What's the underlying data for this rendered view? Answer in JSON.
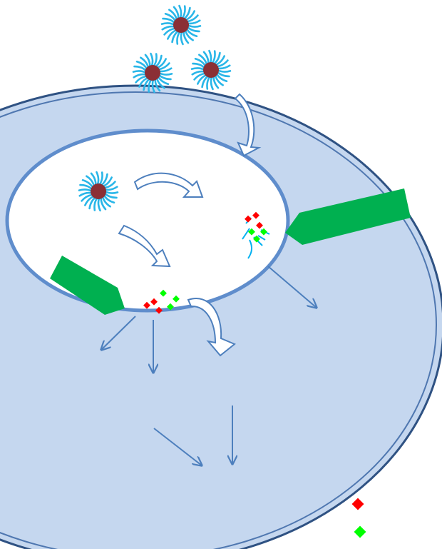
{
  "colors": {
    "background": "#ffffff",
    "cell_fill": "#c5d7ef",
    "cell_outline": "#2f5283",
    "membrane_inner": "#4f77b0",
    "vesicle_fill": "#ffffff",
    "vesicle_outline": "#5f8dcc",
    "micelle_tail": "#29b6e8",
    "micelle_core": "#8b2f35",
    "enzyme_green": "#00b050",
    "arrow_blue": "#4d7fbd",
    "fragment_red": "#ff0000",
    "fragment_green": "#00ff00",
    "fragment_line": "#00b0f0"
  },
  "elements": {
    "cell": "cell-membrane",
    "vesicle": "endosome-vesicle",
    "micelles": [
      "micelle-top",
      "micelle-left",
      "micelle-right",
      "micelle-inside"
    ],
    "enzymes": [
      "enzyme-right",
      "enzyme-left"
    ],
    "legend": [
      "legend-red-diamond",
      "legend-green-diamond"
    ]
  }
}
